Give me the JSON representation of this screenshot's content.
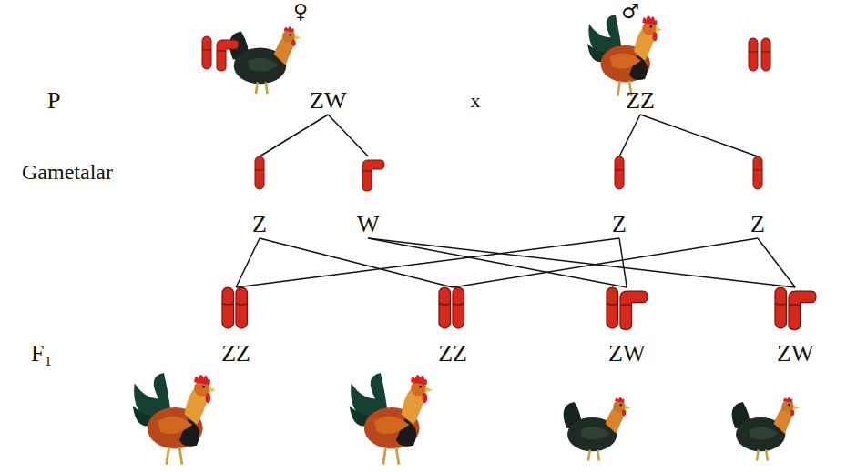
{
  "diagram": {
    "nodes": [
      {
        "text": [
          "ZW"
        ]
      },
      {
        "text": [
          "ZZ"
        ]
      },
      {
        "text": [
          "Z"
        ]
      },
      {
        "text": [
          "W"
        ]
      },
      {
        "text": [
          "Z"
        ]
      },
      {
        "text": [
          "Z"
        ]
      },
      {
        "text": [
          "ZZ"
        ]
      },
      {
        "text": [
          "ZZ"
        ]
      },
      {
        "text": [
          "ZW"
        ]
      },
      {
        "text": [
          "ZW"
        ]
      }
    ],
    "edges": [
      {
        "from": 0,
        "to": 2,
        "arrow": "none"
      },
      {
        "from": 0,
        "to": 3,
        "arrow": "none"
      },
      {
        "from": 1,
        "to": 4,
        "arrow": "none"
      },
      {
        "from": 1,
        "to": 5,
        "arrow": "none"
      },
      {
        "from": 2,
        "to": 6,
        "arrow": "none"
      },
      {
        "from": 2,
        "to": 7,
        "arrow": "none"
      },
      {
        "from": 3,
        "to": 8,
        "arrow": "none"
      },
      {
        "from": 3,
        "to": 9,
        "arrow": "none"
      },
      {
        "from": 4,
        "to": 6,
        "arrow": "none"
      },
      {
        "from": 5,
        "to": 7,
        "arrow": "none"
      },
      {
        "from": 4,
        "to": 8,
        "arrow": "none"
      },
      {
        "from": 5,
        "to": 9,
        "arrow": "none"
      }
    ],
    "labels": [
      "♀",
      "♂",
      "P",
      "x",
      "Gametalar",
      "F₁"
    ]
  }
}
